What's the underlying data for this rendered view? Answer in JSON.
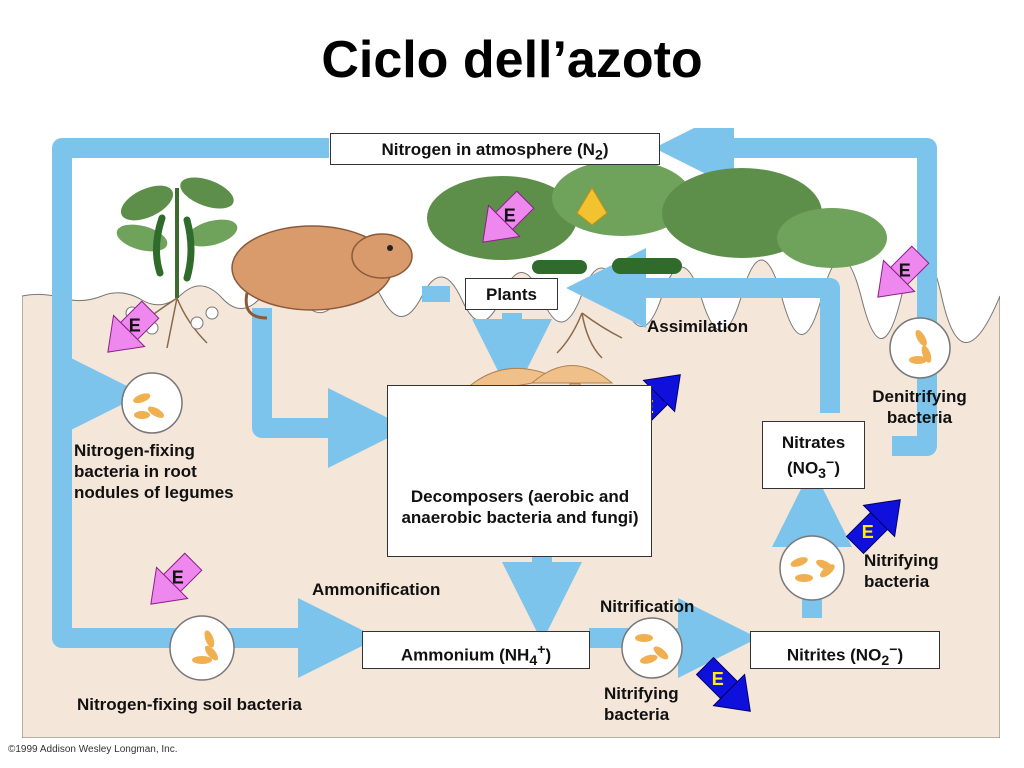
{
  "title": "Ciclo dell’azoto",
  "boxes": {
    "atmosphere": {
      "text": "Nitrogen in atmosphere (N",
      "sub": "2",
      "close": ")"
    },
    "plants": "Plants",
    "decomposers": "Decomposers (aerobic and anaerobic bacteria and fungi)",
    "nitrates": {
      "line1": "Nitrates",
      "line2": "(NO",
      "sub": "3",
      "sup": "−",
      "close": ")"
    },
    "ammonium": {
      "text": "Ammonium (NH",
      "sub": "4",
      "sup": "+",
      "close": ")"
    },
    "nitrites": {
      "text": "Nitrites (NO",
      "sub": "2",
      "sup": "−",
      "close": ")"
    }
  },
  "labels": {
    "assimilation": "Assimilation",
    "denitrifying": "Denitrifying bacteria",
    "nitrogen_fixing_root": "Nitrogen-fixing bacteria in root nodules of legumes",
    "nitrifying_upper": "Nitrifying bacteria",
    "ammonification": "Ammonification",
    "nitrification": "Nitrification",
    "nitrifying_lower": "Nitrifying bacteria",
    "nitrogen_fixing_soil": "Nitrogen-fixing soil bacteria"
  },
  "energy_marker": "E",
  "copyright": "©1999 Addison Wesley Longman, Inc.",
  "colors": {
    "sky": "#ffffff",
    "soil": "#f5e6da",
    "arrow": "#7cc4ec",
    "energy_in": "#ee88ee",
    "energy_out": "#1010dd",
    "energy_text_out": "#ffee00",
    "leaf": "#5e8f4a",
    "mole": "#d99a6c",
    "mushroom": "#f0c08a",
    "bacteria": "#f0b050"
  }
}
